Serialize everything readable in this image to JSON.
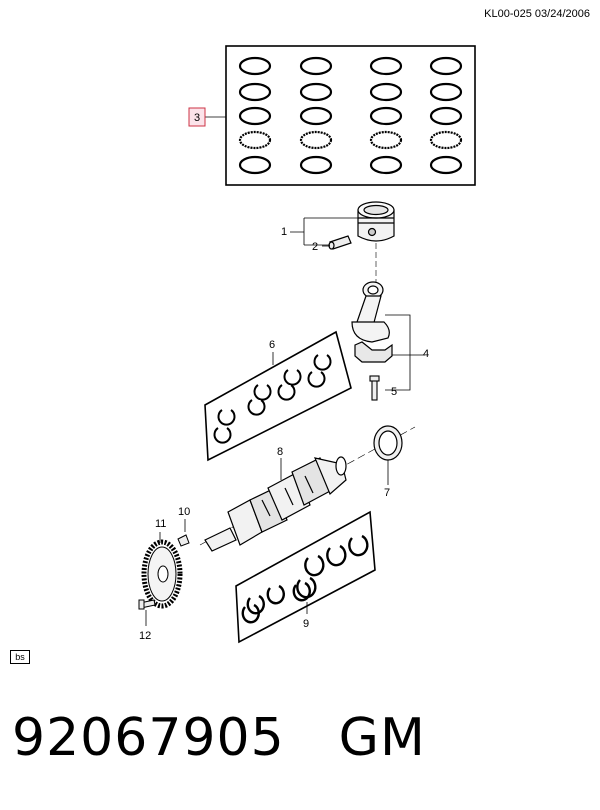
{
  "header": {
    "code": "KL00-025 03/24/2006"
  },
  "callouts": {
    "c1": "1",
    "c2": "2",
    "c3": "3",
    "c4": "4",
    "c5": "5",
    "c6": "6",
    "c7": "7",
    "c8": "8",
    "c9": "9",
    "c10": "10",
    "c11": "11",
    "c12": "12"
  },
  "badge": {
    "label": "bs"
  },
  "footer": {
    "part_number": "92067905",
    "brand": "GM"
  },
  "colors": {
    "line": "#000000",
    "highlight": "#cc3344",
    "highlight_fill": "#fbe3ea"
  }
}
